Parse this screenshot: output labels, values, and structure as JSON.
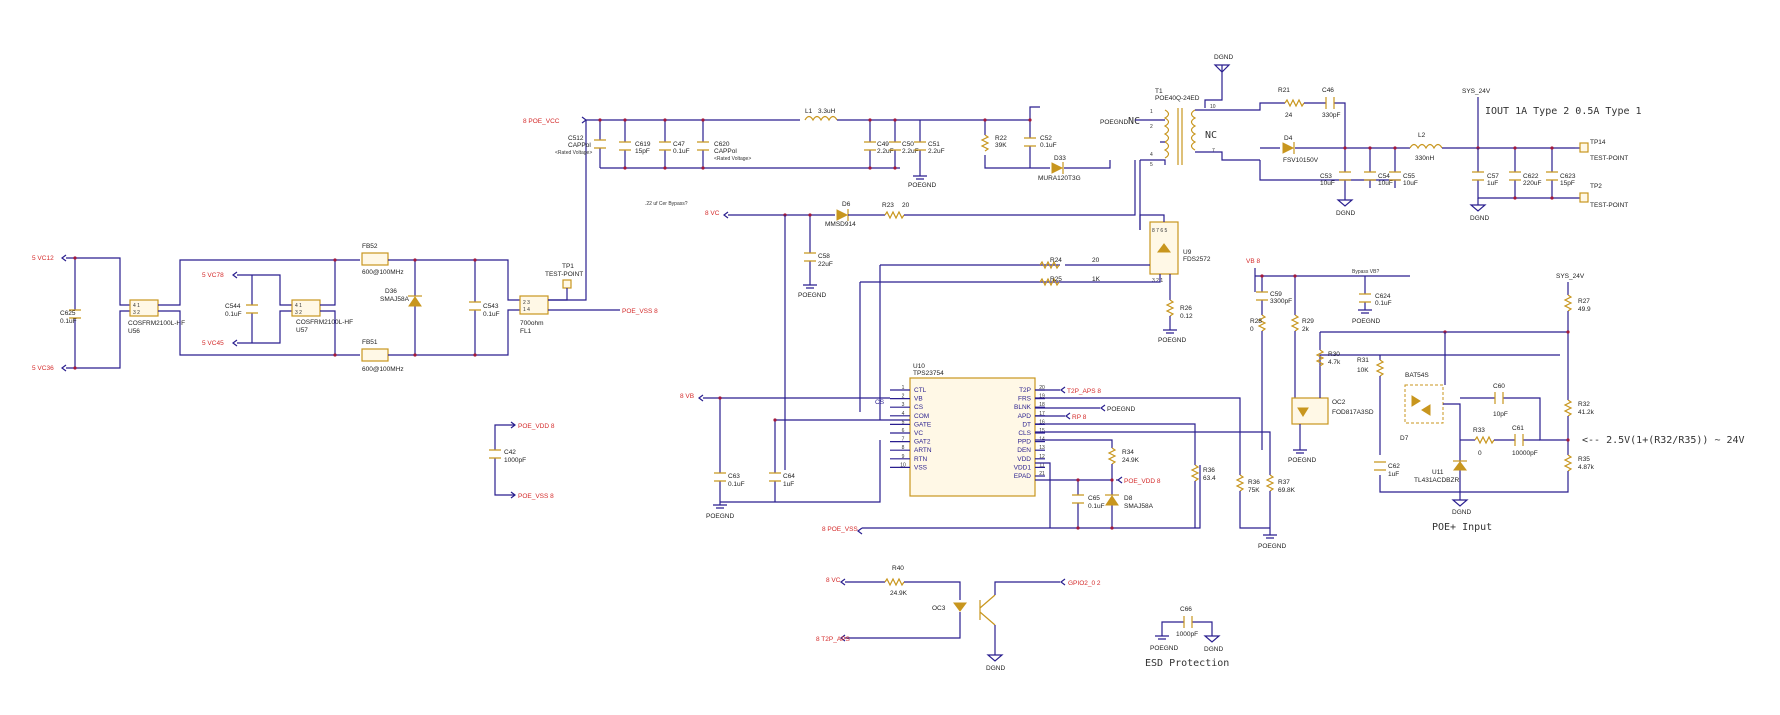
{
  "nets": {
    "poe_vcc": "8 POE_VCC",
    "vc12": "5 VC12",
    "vc36": "5 VC36",
    "vc78": "5 VC78",
    "vc45": "5 VC45",
    "poe_vss_right": "POE_VSS 8",
    "poe_vdd_left": "POE_VDD 8",
    "poe_vss_left": "POE_VSS 8",
    "vc_mid": "8 VC",
    "vb": "8 VB",
    "poe_vss_bot": "8 POE_VSS",
    "t2p_aps": "T2P_APS 8",
    "rp": "RP 8",
    "poe_vdd_mid": "POE_VDD 8",
    "vb_right": "VB 8",
    "sys24_top": "SYS_24V",
    "sys24_mid": "SYS_24V",
    "vc_bot": "8 VC",
    "t2p_aps_bot": "8 T2P_APS",
    "gpio": "GPIO2_0 2"
  },
  "grounds": {
    "dgnd_top": "DGND",
    "dgnd_l2a": "DGND",
    "dgnd_l2b": "DGND",
    "dgnd_oc3": "DGND",
    "dgnd_esd": "DGND",
    "dgnd_u11": "DGND",
    "poegnd_c51": "POEGND",
    "poegnd_t1": "POEGND",
    "poegnd_c58": "POEGND",
    "poegnd_r26": "POEGND",
    "poegnd_c63": "POEGND",
    "poegnd_u10": "POEGND",
    "poegnd_r37": "POEGND",
    "poegnd_c624": "POEGND",
    "poegnd_oc2": "POEGND",
    "poegnd_esd": "POEGND"
  },
  "components": {
    "c625": "C625",
    "c625v": "0.1uF",
    "u56": "U56",
    "u56p": "COSFRM2100L-HF",
    "c544": "C544",
    "c544v": "0.1uF",
    "u57": "U57",
    "u57p": "COSFRM2100L-HF",
    "fb52": "FB52",
    "fb52v": "600@100MHz",
    "fb51": "FB51",
    "fb51v": "600@100MHz",
    "d36": "D36",
    "d36p": "SMAJ58A",
    "c543": "C543",
    "c543v": "0.1uF",
    "tp1": "TP1",
    "tp1p": "TEST-POINT",
    "fl1": "FL1",
    "fl1v": "700ohm",
    "c512": "C512",
    "c512v": "CAPPol",
    "c512n": "<Rated Voltage>",
    "c619": "C619",
    "c619v": "15pF",
    "c47": "C47",
    "c47v": "0.1uF",
    "c620": "C620",
    "c620v": "CAPPol",
    "c620n": "<Rated Voltage>",
    "l1": "L1",
    "l1v": "3.3uH",
    "c49": "C49",
    "c49v": "2.2uF",
    "c50": "C50",
    "c50v": "2.2uF",
    "c51": "C51",
    "c51v": "2.2uF",
    "r22": "R22",
    "r22v": "39K",
    "c52": "C52",
    "c52v": "0.1uF",
    "d33": "D33",
    "d33p": "MURA120T3G",
    "t1": "T1",
    "t1p": "POE40Q-24ED",
    "r21": "R21",
    "r21v": "24",
    "c46": "C46",
    "c46v": "330pF",
    "d4": "D4",
    "d4p": "FSV10150V",
    "l2": "L2",
    "l2v": "330nH",
    "c53": "C53",
    "c53v": "10uF",
    "c54": "C54",
    "c54v": "10uF",
    "c55": "C55",
    "c55v": "10uF",
    "c57": "C57",
    "c57v": "1uF",
    "c622": "C622",
    "c622v": "220uF",
    "c623": "C623",
    "c623v": "15pF",
    "tp14": "TP14",
    "tp14p": "TEST-POINT",
    "tp2": "TP2",
    "tp2p": "TEST-POINT",
    "d6": "D6",
    "d6p": "MMSD914",
    "r23": "R23",
    "r23v": "20",
    "c58": "C58",
    "c58v": "22uF",
    "u9": "U9",
    "u9p": "FDS2572",
    "r24": "R24",
    "r24v": "20",
    "r25": "R25",
    "r25v": "1K",
    "r26": "R26",
    "r26v": "0.12",
    "c59": "C59",
    "c59v": "3300pF",
    "r28": "R28",
    "r28v": "0",
    "r29": "R29",
    "r29v": "2k",
    "c624": "C624",
    "c624v": "0.1uF",
    "r27": "R27",
    "r27v": "49.9",
    "r30": "R30",
    "r30v": "4.7k",
    "r31": "R31",
    "r31v": "10K",
    "bat": "BAT54S",
    "d7": "D7",
    "oc2": "OC2",
    "oc2p": "FOD817A3SD",
    "c60": "C60",
    "c60v": "10pF",
    "r33": "R33",
    "r33v": "0",
    "c61": "C61",
    "c61v": "10000pF",
    "r32": "R32",
    "r32v": "41.2k",
    "r35": "R35",
    "r35v": "4.87k",
    "c62": "C62",
    "c62v": "1uF",
    "u11": "U11",
    "u11p": "TL431ACDBZR",
    "u10": "U10",
    "u10p": "TPS23754",
    "c63": "C63",
    "c63v": "0.1uF",
    "c64": "C64",
    "c64v": "1uF",
    "c42": "C42",
    "c42v": "1000pF",
    "r34": "R34",
    "r34v": "24.9K",
    "c65": "C65",
    "c65v": "0.1uF",
    "d8": "D8",
    "d8p": "SMAJ58A",
    "r36": "R36",
    "r36v": "63.4",
    "r36b": "R36",
    "r36bv": "75K",
    "r37": "R37",
    "r37v": "69.8K",
    "r40": "R40",
    "r40v": "24.9K",
    "oc3": "OC3",
    "c66": "C66",
    "c66v": "1000pF"
  },
  "u10_pins_left": [
    "CTL",
    "VB",
    "CS",
    "COM",
    "GATE",
    "VC",
    "GAT2",
    "ARTN",
    "RTN",
    "VSS"
  ],
  "u10_pins_left_num": [
    "1",
    "2",
    "3",
    "4",
    "5",
    "6",
    "7",
    "8",
    "9",
    "10"
  ],
  "u10_pins_right": [
    "T2P",
    "FRS",
    "BLNK",
    "APD",
    "DT",
    "CLS",
    "PPD",
    "DEN",
    "VDD",
    "VDD1",
    "EPAD"
  ],
  "u10_pins_right_num": [
    "20",
    "19",
    "18",
    "17",
    "16",
    "15",
    "14",
    "13",
    "12",
    "11",
    "21"
  ],
  "labels": {
    "nc1": "NC",
    "nc2": "NC",
    "bypass_note": ".22 uf Cer Bypass?",
    "bypass_vb": "Bypass VB?",
    "iout": "IOUT 1A Type 2 0.5A Type 1",
    "vout_formula": "<-- 2.5V(1+(R32/R35)) ~ 24V",
    "poe_input": "POE+ Input",
    "esd": "ESD Protection",
    "cs_label": "CS"
  }
}
